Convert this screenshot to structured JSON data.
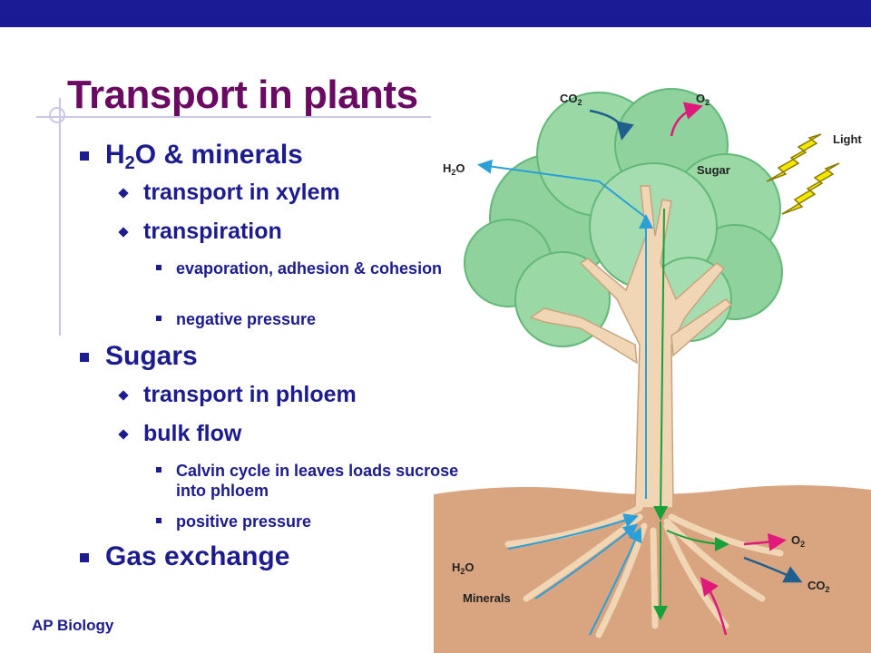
{
  "slide": {
    "title": "Transport in plants",
    "footer": "AP Biology"
  },
  "bullets": {
    "water_main": "H",
    "water_sub": "2",
    "water_rest": "O & minerals",
    "xylem": "transport in xylem",
    "transpiration": "transpiration",
    "evap": "evaporation, adhesion & cohesion",
    "negative": "negative pressure",
    "sugars": "Sugars",
    "phloem": "transport in phloem",
    "bulk": "bulk flow",
    "calvin": "Calvin cycle in leaves loads sucrose into phloem",
    "positive": "positive pressure",
    "gas": "Gas exchange"
  },
  "diagram": {
    "co2_top": "CO",
    "co2_top_sub": "2",
    "o2_top": "O",
    "o2_top_sub": "2",
    "light": "Light",
    "h2o_top": "H",
    "h2o_top_sub": "2",
    "h2o_top_rest": "O",
    "sugar": "Sugar",
    "o2_root": "O",
    "o2_root_sub": "2",
    "h2o_root": "H",
    "h2o_root_sub": "2",
    "h2o_root_rest": "O",
    "co2_root": "CO",
    "co2_root_sub": "2",
    "minerals": "Minerals"
  },
  "colors": {
    "title": "#6b0a62",
    "text": "#1c1b8f",
    "topbar": "#1b1b96",
    "leaf": "#8fd29d",
    "leaf_dark": "#62b879",
    "trunk": "#f0d6b4",
    "soil": "#d9a580",
    "water_arrow": "#2a9fd8",
    "sugar_arrow": "#18a03a",
    "o2_arrow": "#e0197a",
    "co2_arrow": "#1f5f8f",
    "light": "#f4e600"
  }
}
